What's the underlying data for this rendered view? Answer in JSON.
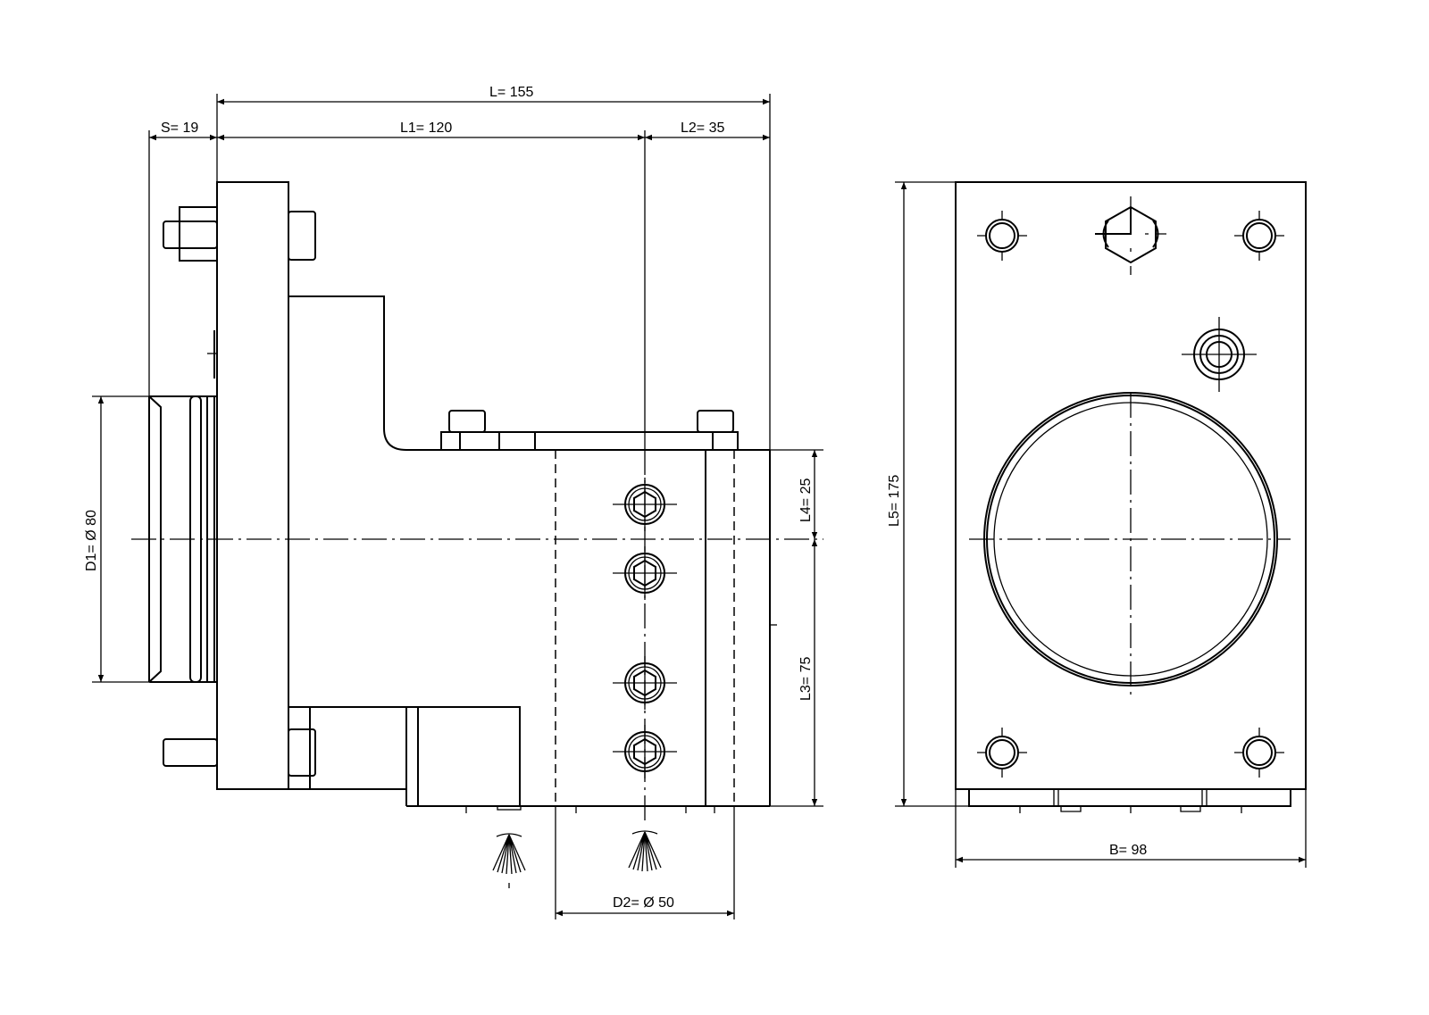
{
  "drawing": {
    "dimensions": {
      "L": "L=  155",
      "S": "S=  19",
      "L1": "L1=  120",
      "L2": "L2=  35",
      "L4": "L4=  25",
      "L3": "L3=  75",
      "D1": "D1= Ø 80",
      "D2": "D2= Ø 50",
      "L5": "L5=  175",
      "B": "B=  98"
    },
    "color": "#000000"
  }
}
